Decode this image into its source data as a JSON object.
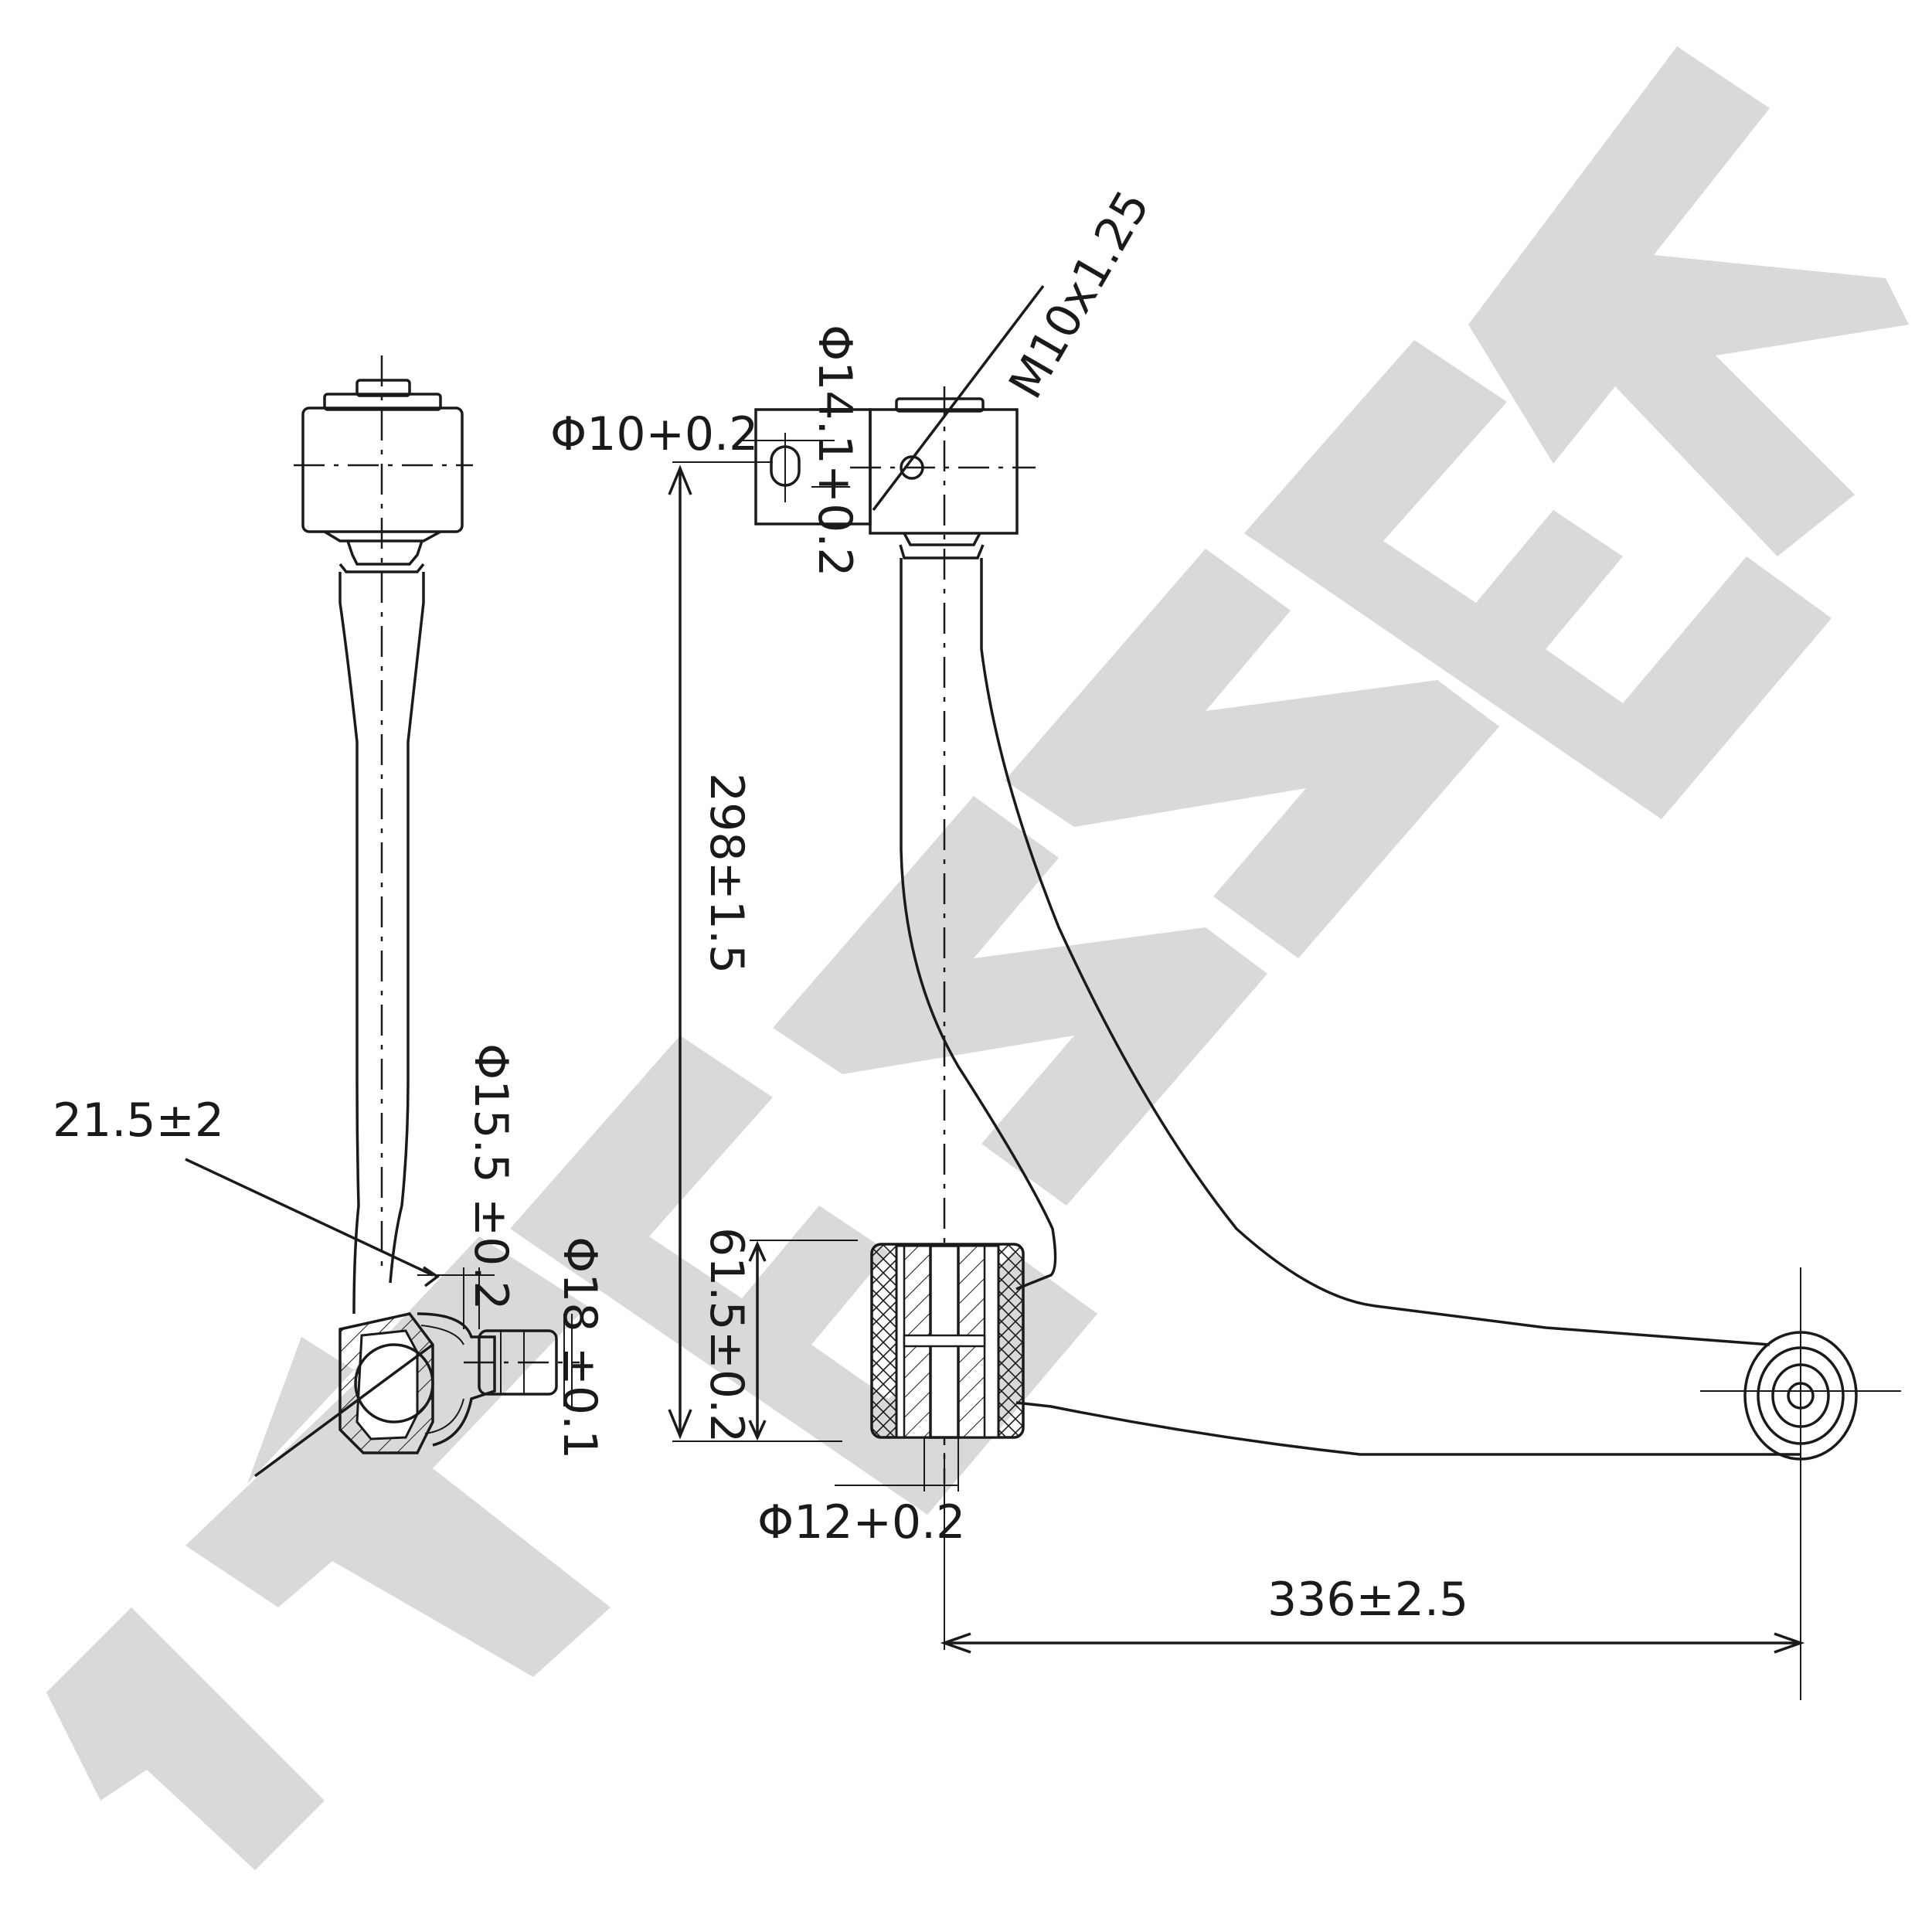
{
  "watermark": "ZENNEK",
  "dimensions": {
    "hole_small": "Φ10+0.2",
    "hole_slot": "Φ14.1+0.2",
    "thread": "M10x1.25",
    "length_vertical": "298±1.5",
    "ball_offset": "21.5±2",
    "ball_stud_dia": "Φ15.5 ±0.2",
    "stud_dia": "Φ18 ±0.1",
    "bushing_width": "61.5±0.2",
    "bushing_bore": "Φ12+0.2",
    "length_horizontal": "336±2.5"
  }
}
